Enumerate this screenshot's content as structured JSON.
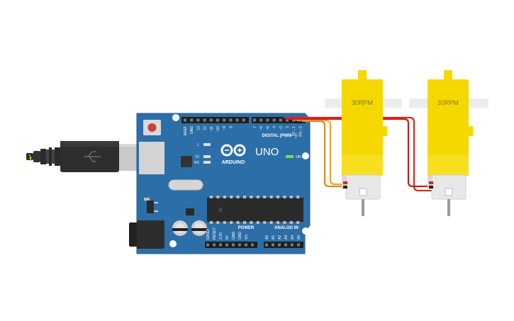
{
  "board": {
    "name": "UNO",
    "brand": "ARDUINO",
    "digital_label": "DIGITAL (PWM ~)",
    "power_label": "POWER",
    "analog_label": "ANALOG IN",
    "on_label": "ON",
    "l_label": "L",
    "tx_label": "TX",
    "rx_label": "RX",
    "digital_pins": [
      "AREF",
      "GND",
      "13",
      "12",
      "~11",
      "~10",
      "~9",
      "8",
      "7",
      "~6",
      "~5",
      "4",
      "~3",
      "2",
      "TX→1",
      "RX←0"
    ],
    "power_pins": [
      "IOREF",
      "RESET",
      "3.3V",
      "5V",
      "GND",
      "GND",
      "Vin"
    ],
    "analog_pins": [
      "A0",
      "A1",
      "A2",
      "A3",
      "A4",
      "A5"
    ]
  },
  "motors": [
    {
      "label": "30RPM"
    },
    {
      "label": "30RPM"
    }
  ],
  "colors": {
    "board": "#2c6fa8",
    "motor": "#f5d800",
    "wire_orange": "#e08a1e",
    "wire_red": "#d62a22",
    "usb": "#2b2b2b"
  }
}
